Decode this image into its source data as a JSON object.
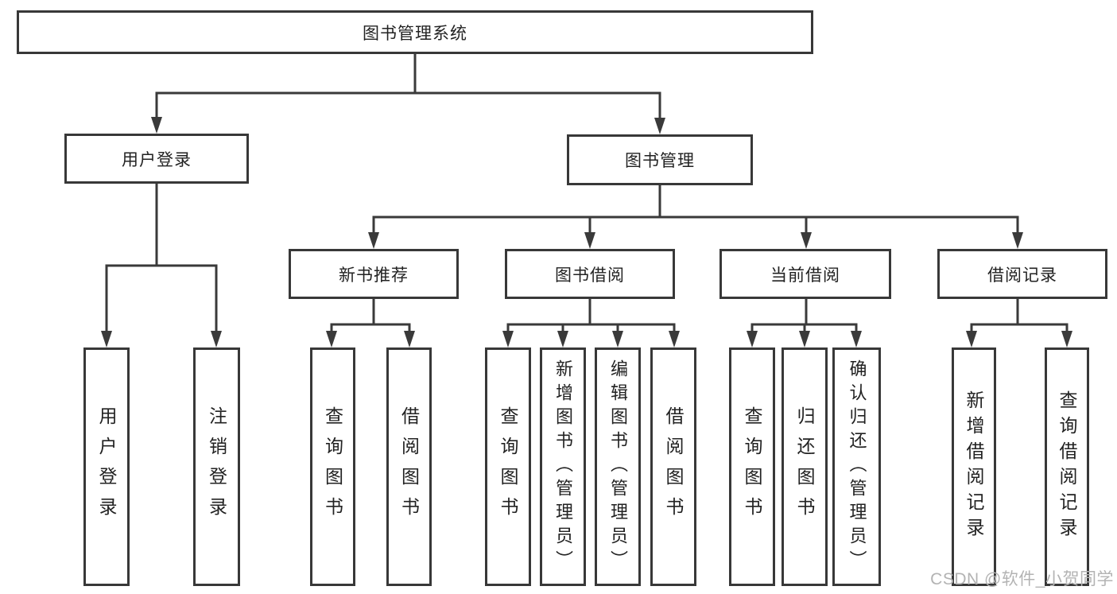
{
  "title": "图书管理系统",
  "watermark": "CSDN @软件_小贺同学",
  "tree": {
    "root": "图书管理系统",
    "branches": [
      {
        "label": "用户登录",
        "children": [
          "用户登录",
          "注销登录"
        ]
      },
      {
        "label": "图书管理",
        "children": [
          {
            "label": "新书推荐",
            "children": [
              "查询图书",
              "借阅图书"
            ]
          },
          {
            "label": "图书借阅",
            "children": [
              "查询图书",
              "新增图书（管理员）",
              "编辑图书（管理员）",
              "借阅图书"
            ]
          },
          {
            "label": "当前借阅",
            "children": [
              "查询图书",
              "归还图书",
              "确认归还（管理员）"
            ]
          },
          {
            "label": "借阅记录",
            "children": [
              "新增借阅记录",
              "查询借阅记录"
            ]
          }
        ]
      }
    ]
  }
}
